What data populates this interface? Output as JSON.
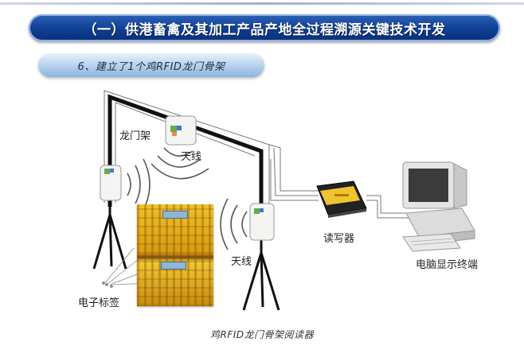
{
  "header": {
    "title": "（一）供港畜禽及其加工产品产地全过程溯源关键技术开发"
  },
  "subtitle": {
    "text": "6、建立了1个鸡RFID龙门骨架"
  },
  "diagram": {
    "gantry_label": "龙门架",
    "antenna_label_top": "天线",
    "antenna_label_right": "天线",
    "reader_label": "读写器",
    "computer_label": "电脑显示终端",
    "tag_label": "电子标签",
    "caption": "鸡RFID龙门骨架阅读器"
  }
}
